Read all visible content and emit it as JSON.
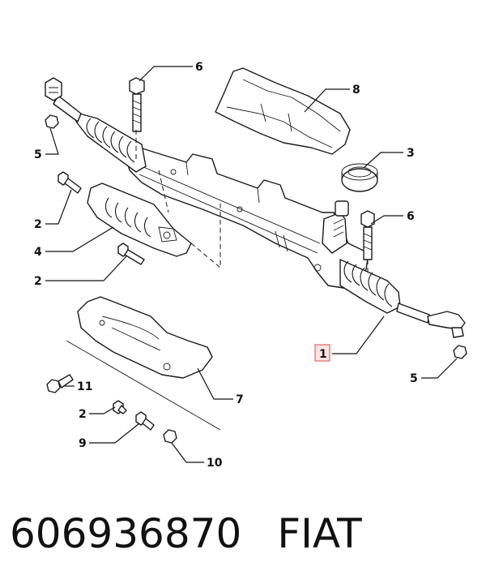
{
  "callouts": {
    "c1": "1",
    "c2a": "2",
    "c2b": "2",
    "c2c": "2",
    "c3": "3",
    "c4": "4",
    "c5a": "5",
    "c5b": "5",
    "c6a": "6",
    "c6b": "6",
    "c7": "7",
    "c8": "8",
    "c9": "9",
    "c10": "10",
    "c11": "11"
  },
  "footer": {
    "part_number": "606936870",
    "brand": "FIAT"
  },
  "colors": {
    "highlight_box": "#e07a7a",
    "highlight_fill": "#fbe3e3"
  }
}
